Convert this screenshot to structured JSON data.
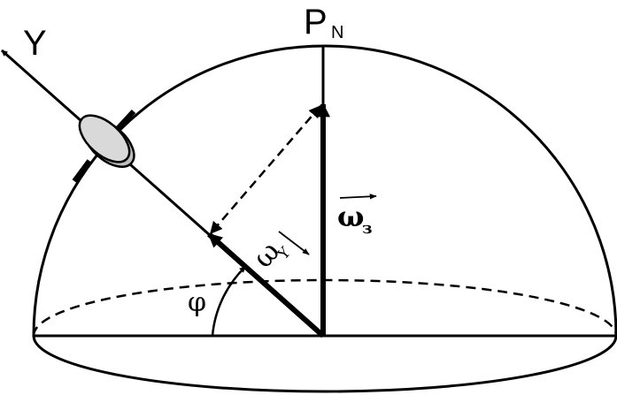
{
  "diagram": {
    "labels": {
      "north_pole": "P",
      "north_pole_sub": "N",
      "axis_y": "Y",
      "omega_y": "ω",
      "omega_y_sub": "Y",
      "omega_z": "ω",
      "omega_z_sub": "з",
      "latitude": "φ"
    },
    "colors": {
      "stroke": "#000000",
      "gyro_fill": "#d9d9d9",
      "background": "#ffffff"
    }
  }
}
